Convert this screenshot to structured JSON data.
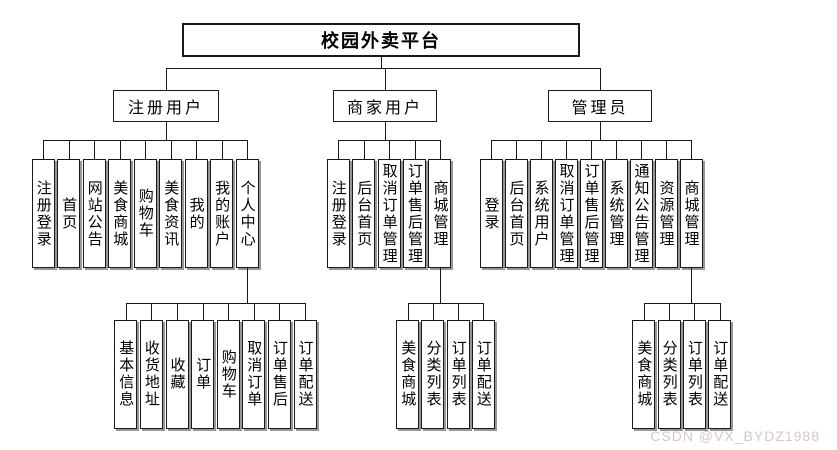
{
  "title": "校园外卖平台",
  "branches": [
    {
      "label": "注册用户",
      "items": [
        "注册登录",
        "首页",
        "网站公告",
        "美食商城",
        "购物车",
        "美食资讯",
        "我的",
        "我的账户",
        "个人中心"
      ],
      "sub": {
        "items": [
          "基本信息",
          "收货地址",
          "收藏",
          "订单",
          "购物车",
          "取消订单",
          "订单售后",
          "订单配送"
        ]
      }
    },
    {
      "label": "商家用户",
      "items": [
        "注册登录",
        "后台首页",
        "取消订单管理",
        "订单售后管理",
        "商城管理"
      ],
      "sub": {
        "items": [
          "美食商城",
          "分类列表",
          "订单列表",
          "订单配送"
        ]
      }
    },
    {
      "label": "管理员",
      "items": [
        "登录",
        "后台首页",
        "系统用户",
        "取消订单管理",
        "订单售后管理",
        "系统管理",
        "通知公告管理",
        "资源管理",
        "商城管理"
      ],
      "sub": {
        "items": [
          "美食商城",
          "分类列表",
          "订单列表",
          "订单配送"
        ]
      }
    }
  ],
  "watermark": "CSDN @VX_BYDZ1988",
  "colors": {
    "background": "#ffffff",
    "box_fill": "#ffffff",
    "box_border": "#1a1a1a",
    "line": "#1a1a1a",
    "box_shadow": "#979797",
    "watermark": "#d9c6c6"
  }
}
